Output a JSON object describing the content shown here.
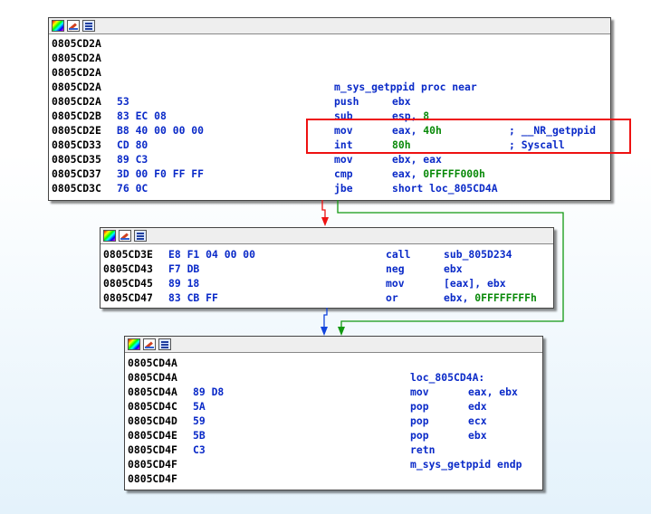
{
  "node1": {
    "rows": [
      {
        "addr": "0805CD2A"
      },
      {
        "addr": "0805CD2A"
      },
      {
        "addr": "0805CD2A"
      },
      {
        "addr": "0805CD2A",
        "label": "m_sys_getppid proc near"
      },
      {
        "addr": "0805CD2A",
        "bytes": "53",
        "ins": "push",
        "op": "ebx"
      },
      {
        "addr": "0805CD2B",
        "bytes": "83 EC 08",
        "ins": "sub",
        "op": "esp, ",
        "num": "8"
      },
      {
        "addr": "0805CD2E",
        "bytes": "B8 40 00 00 00",
        "ins": "mov",
        "op": "eax, ",
        "num": "40h",
        "cmt": "; __NR_getppid"
      },
      {
        "addr": "0805CD33",
        "bytes": "CD 80",
        "ins": "int",
        "op": "",
        "num": "80h",
        "cmt": "; Syscall"
      },
      {
        "addr": "0805CD35",
        "bytes": "89 C3",
        "ins": "mov",
        "op": "ebx, eax"
      },
      {
        "addr": "0805CD37",
        "bytes": "3D 00 F0 FF FF",
        "ins": "cmp",
        "op": "eax, ",
        "num": "0FFFFF000h"
      },
      {
        "addr": "0805CD3C",
        "bytes": "76 0C",
        "ins": "jbe",
        "op": "short loc_805CD4A"
      }
    ]
  },
  "node2": {
    "rows": [
      {
        "addr": "0805CD3E",
        "bytes": "E8 F1 04 00 00",
        "ins": "call",
        "op": "sub_805D234"
      },
      {
        "addr": "0805CD43",
        "bytes": "F7 DB",
        "ins": "neg",
        "op": "ebx"
      },
      {
        "addr": "0805CD45",
        "bytes": "89 18",
        "ins": "mov",
        "op": "[eax], ebx"
      },
      {
        "addr": "0805CD47",
        "bytes": "83 CB FF",
        "ins": "or",
        "op": "ebx, ",
        "num": "0FFFFFFFFh"
      }
    ]
  },
  "node3": {
    "rows": [
      {
        "addr": "0805CD4A"
      },
      {
        "addr": "0805CD4A",
        "label": "loc_805CD4A:"
      },
      {
        "addr": "0805CD4A",
        "bytes": "89 D8",
        "ins": "mov",
        "op": "eax, ebx"
      },
      {
        "addr": "0805CD4C",
        "bytes": "5A",
        "ins": "pop",
        "op": "edx"
      },
      {
        "addr": "0805CD4D",
        "bytes": "59",
        "ins": "pop",
        "op": "ecx"
      },
      {
        "addr": "0805CD4E",
        "bytes": "5B",
        "ins": "pop",
        "op": "ebx"
      },
      {
        "addr": "0805CD4F",
        "bytes": "C3",
        "ins": "retn"
      },
      {
        "addr": "0805CD4F",
        "label": "m_sys_getppid endp"
      },
      {
        "addr": "0805CD4F"
      }
    ]
  },
  "colors": {
    "text_blue": "#0a2ac8",
    "number_green": "#0a8a0a",
    "edge_false": "#ee1111",
    "edge_true": "#119911",
    "edge_normal": "#1144dd",
    "highlight_box": "#ee1111"
  }
}
